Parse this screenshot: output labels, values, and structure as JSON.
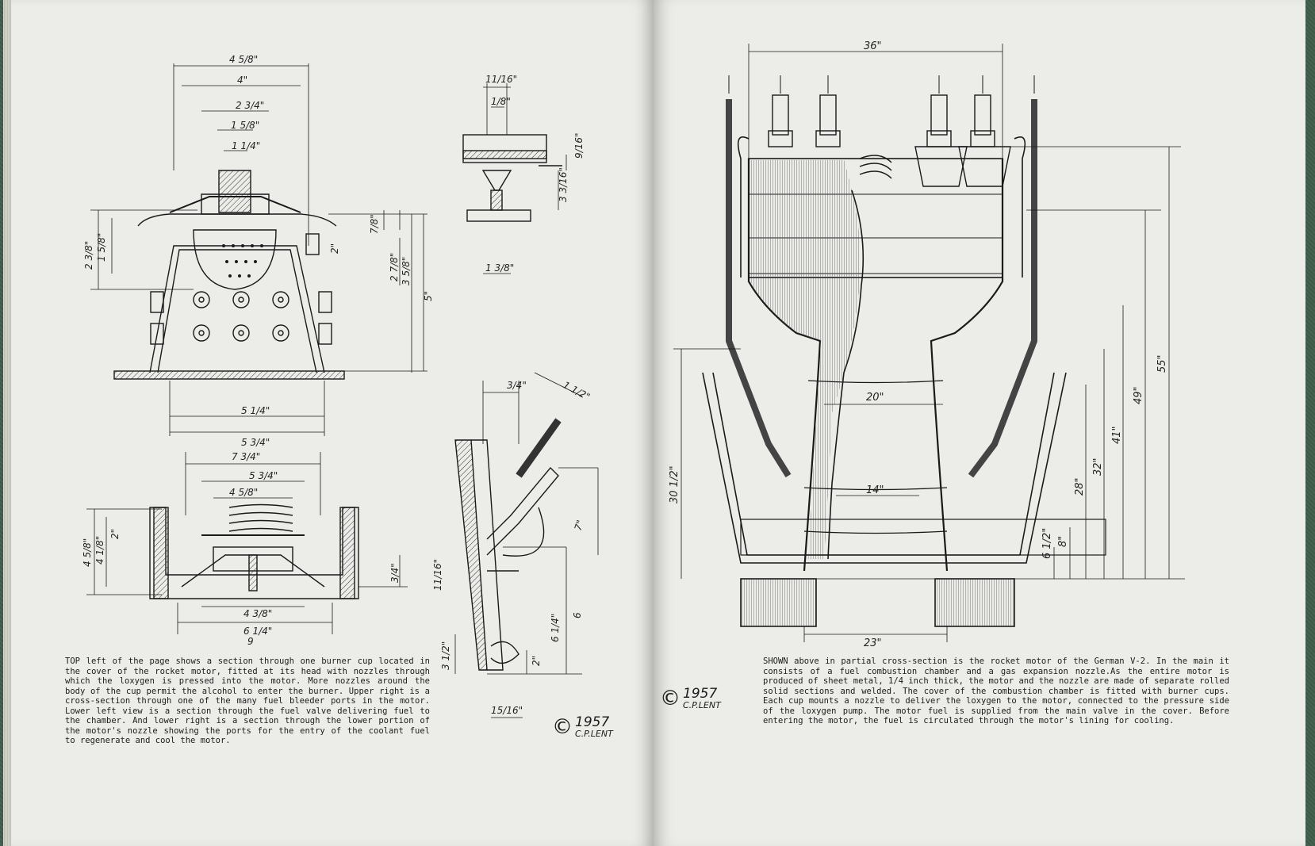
{
  "left_page": {
    "caption": "TOP left of the page shows a section through one burner cup located in the cover of the rocket motor, fitted at its head with nozzles through which the loxygen is pressed into the motor. More nozzles around the body of the cup permit the alcohol to enter the burner. Upper right is a cross-section through one of the many fuel bleeder ports in the motor. Lower left view is a section through the fuel valve delivering fuel to the chamber. And lower right is a section through the lower portion of the motor's nozzle showing the ports for the entry of the coolant fuel to regenerate and cool the motor.",
    "copyright_symbol": "©",
    "copyright_year": "1957",
    "copyright_name": "C.P.LENT",
    "drawing_labels": {
      "burner": [
        "4 5/8\"",
        "4\"",
        "2 3/4\"",
        "1 5/8\"",
        "1 1/4\"",
        "2 3/8\"",
        "1 5/8\"",
        "7/8\"",
        "2\"",
        "2 7/8\"",
        "3 5/8\"",
        "5\"",
        "5 1/4\"",
        "5 3/4\""
      ],
      "valve": [
        "7 3/4\"",
        "5 3/4\"",
        "4 5/8\"",
        "2\"",
        "4 5/8\"",
        "4 1/8\"",
        "3/4\"",
        "4 3/8\"",
        "6 1/4\"",
        "9"
      ],
      "bleeder": [
        "11/16\"",
        "1/8\"",
        "9/16\"",
        "3 3/16\"",
        "1 3/8\""
      ],
      "nozzle_port": [
        "3/4\"",
        "1 1/2\"",
        "7\"",
        "11/16\"",
        "6 1/4\"",
        "6",
        "3 1/2\"",
        "2\"",
        "15/16\""
      ]
    }
  },
  "right_page": {
    "caption": "SHOWN above in partial cross-section is the rocket motor of the German V-2. In the main it consists of a fuel combustion chamber and a gas expansion nozzle.As the entire motor is produced of sheet metal, 1/4 inch thick, the motor and the nozzle are made of separate rolled solid sections and welded. The cover of the combustion chamber is fitted with burner cups. Each cup mounts a nozzle to deliver the loxygen to the motor, connected to the pressure side of the loxygen pump. The motor fuel is supplied from the main valve in the cover. Before entering the motor, the fuel is circulated through the motor's lining for cooling.",
    "copyright_symbol": "©",
    "copyright_year": "1957",
    "copyright_name": "C.P.LENT",
    "drawing_labels": {
      "top_width": "36\"",
      "throat": "20\"",
      "inner": "14\"",
      "bottom_width": "23\"",
      "left_height": "30 1/2\"",
      "right_heights": [
        "55\"",
        "49\"",
        "41\"",
        "32\"",
        "28\"",
        "8\"",
        "6 1/2\""
      ]
    }
  }
}
